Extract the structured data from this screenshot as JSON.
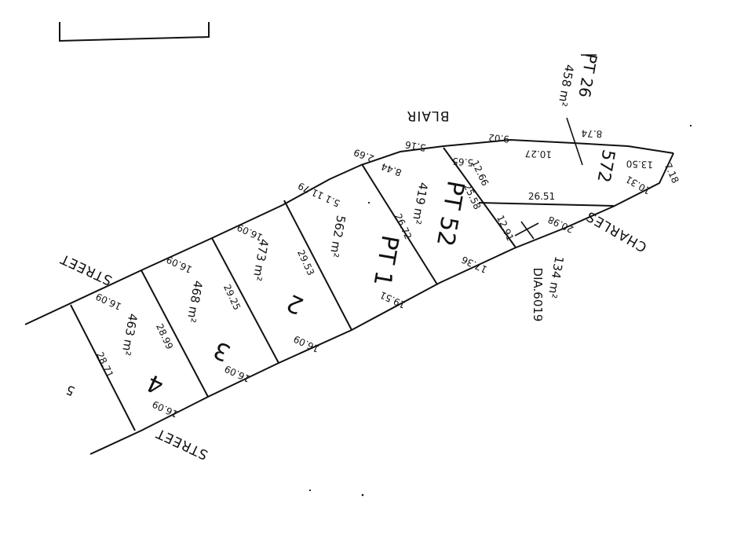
{
  "plan": {
    "streets": {
      "blair": "BLAIR",
      "charles": "CHARLES",
      "street_top": "STREET",
      "street_bottom": "STREET"
    },
    "lots": {
      "lot4": {
        "label": "4",
        "area": "463 m²"
      },
      "lot3": {
        "label": "3",
        "area": "468 m²"
      },
      "lot2": {
        "label": "2",
        "area": "473 m²"
      },
      "pt1": {
        "label": "PT 1",
        "area": "562 m²"
      },
      "pt52": {
        "label": "PT 52",
        "area": "419 m²"
      },
      "lot572": {
        "label": "572"
      },
      "pt26": {
        "label": "PT 26",
        "area": "458 m²"
      },
      "lot5": {
        "label": "5"
      },
      "dia": {
        "label": "DIA.6019",
        "area": "134 m²"
      }
    },
    "dims": {
      "d_16_09_a": "16.09",
      "d_16_09_b": "16.09",
      "d_16_09_c": "16.09",
      "d_16_09_d": "16.09",
      "d_16_09_e": "16.09",
      "d_16_09_f": "16.09",
      "d_28_71": "28.71",
      "d_28_99": "28.99",
      "d_29_25": "29.25",
      "d_29_53": "29.53",
      "d_5_1_11_79": "5.1 11.79",
      "d_26_72": "26.72",
      "d_19_51": "19.51",
      "d_17_36": "17.36",
      "d_8_44": "8.44",
      "d_5_16": "5.16",
      "d_2_69": "2.69",
      "d_9_02": "9.02",
      "d_5_65": "5.65",
      "d_12_66": "12.66",
      "d_25_58": "25.58",
      "d_12_91": "12.91",
      "d_26_51": "26.51",
      "d_20_98": "20.98",
      "d_10_27": "10.27",
      "d_8_74": "8.74",
      "d_13_50": "13.50",
      "d_10_31": "10.31",
      "d_7_18": "7.18"
    }
  }
}
